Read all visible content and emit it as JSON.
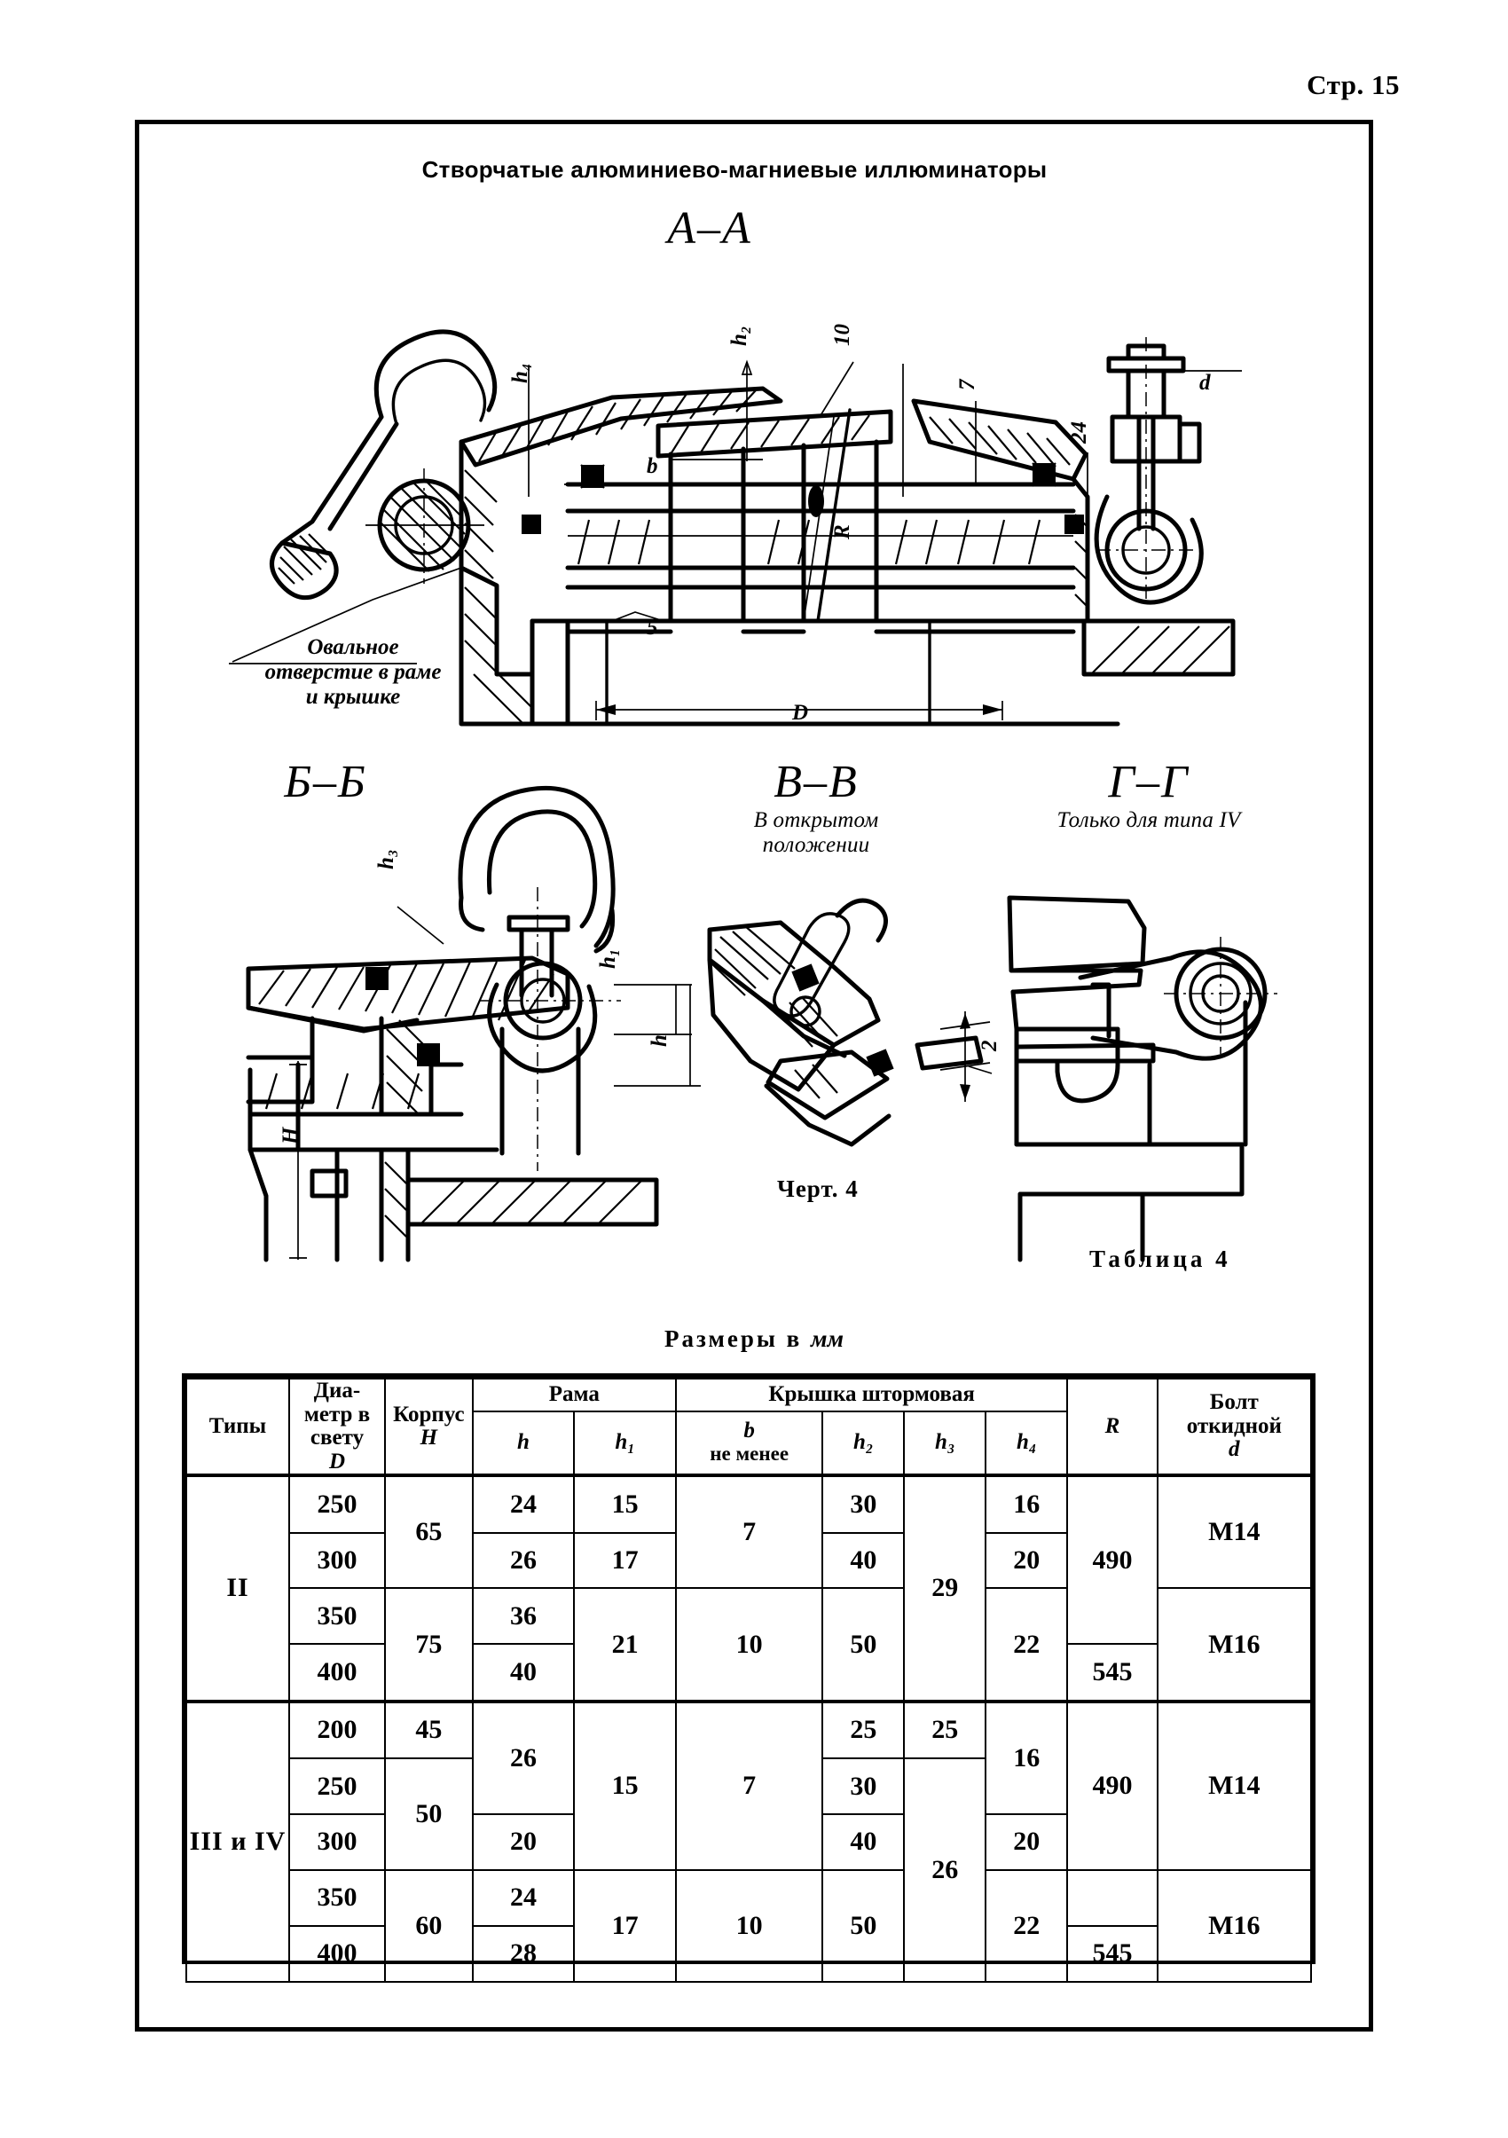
{
  "page": {
    "number_label": "Стр. 15"
  },
  "title": "Створчатые  алюминиево-магниевые  иллюминаторы",
  "sections": {
    "aa": {
      "label": "А–А"
    },
    "bb": {
      "label": "Б–Б"
    },
    "vv": {
      "label": "В–В",
      "note": "В открытом\nположении"
    },
    "gg": {
      "label": "Г–Г",
      "note": "Только для типа IV"
    }
  },
  "annotations": {
    "oval_hole": "Овальное\nотверстие в раме\nи крышке"
  },
  "drawing_labels": {
    "h2": "h₂",
    "h4": "h₄",
    "h3": "h₃",
    "h1": "h₁",
    "h": "h",
    "H": "H",
    "b": "b",
    "d": "d",
    "D": "D",
    "R": "R",
    "n10": "10",
    "n7": "7",
    "n24": "24",
    "n5": "5",
    "n2": "2"
  },
  "captions": {
    "figure": "Черт. 4",
    "table_no": "Таблица 4",
    "units_prefix": "Размеры в",
    "units_italic": "мм"
  },
  "table": {
    "group_headers": {
      "rama": "Рама",
      "kryshka": "Крышка штормовая"
    },
    "columns": [
      {
        "key": "type",
        "label": "Типы"
      },
      {
        "key": "D",
        "label": "Диа-\nметр в\nсвету",
        "sym": "D"
      },
      {
        "key": "H",
        "label": "Корпус",
        "sym": "H"
      },
      {
        "key": "h",
        "sym": "h"
      },
      {
        "key": "h1",
        "sym": "h₁"
      },
      {
        "key": "b",
        "sym": "b",
        "label": "не менее"
      },
      {
        "key": "h2",
        "sym": "h₂"
      },
      {
        "key": "h3",
        "sym": "h₃"
      },
      {
        "key": "h4",
        "sym": "h₄"
      },
      {
        "key": "R",
        "sym": "R"
      },
      {
        "key": "d",
        "label": "Болт\nоткидной",
        "sym": "d"
      }
    ],
    "groups": [
      {
        "type": "II",
        "D": [
          "250",
          "300",
          "350",
          "400"
        ],
        "H": [
          "65",
          "75"
        ],
        "h": [
          "24",
          "26",
          "36",
          "40"
        ],
        "h1": [
          "15",
          "17",
          "21"
        ],
        "b": [
          "7",
          "10"
        ],
        "h2": [
          "30",
          "40",
          "50"
        ],
        "h3": [
          "29"
        ],
        "h4": [
          "16",
          "20",
          "22"
        ],
        "R": [
          "490",
          "545"
        ],
        "d": [
          "М14",
          "М16"
        ]
      },
      {
        "type": "III и IV",
        "D": [
          "200",
          "250",
          "300",
          "350",
          "400"
        ],
        "H": [
          "45",
          "50",
          "60"
        ],
        "h": [
          "26",
          "20",
          "24",
          "28"
        ],
        "h1": [
          "15",
          "17"
        ],
        "b": [
          "7",
          "10"
        ],
        "h2": [
          "25",
          "30",
          "40",
          "50"
        ],
        "h3": [
          "25",
          "26"
        ],
        "h4": [
          "16",
          "20",
          "22"
        ],
        "R": [
          "490",
          "545"
        ],
        "d": [
          "М14",
          "М16"
        ]
      }
    ]
  },
  "chart_data": {
    "type": "table",
    "title": "Таблица 4 — Размеры в мм",
    "columns": [
      "Типы",
      "Диаметр в свету D",
      "Корпус H",
      "Рама h",
      "Рама h1",
      "Крышка штормовая b не менее",
      "h2",
      "h3",
      "h4",
      "R",
      "Болт откидной d"
    ],
    "rows": [
      [
        "II",
        "250",
        "65",
        "24",
        "15",
        "7",
        "30",
        "29",
        "16",
        "490",
        "М14"
      ],
      [
        "II",
        "300",
        "65",
        "26",
        "17",
        "7",
        "40",
        "29",
        "20",
        "490",
        "М14"
      ],
      [
        "II",
        "350",
        "75",
        "36",
        "21",
        "10",
        "50",
        "29",
        "22",
        "545",
        "М16"
      ],
      [
        "II",
        "400",
        "75",
        "40",
        "21",
        "10",
        "50",
        "29",
        "22",
        "545",
        "М16"
      ],
      [
        "III и IV",
        "200",
        "45",
        "26",
        "15",
        "7",
        "25",
        "25",
        "16",
        "490",
        "М14"
      ],
      [
        "III и IV",
        "250",
        "50",
        "26",
        "15",
        "7",
        "30",
        "25",
        "16",
        "490",
        "М14"
      ],
      [
        "III и IV",
        "300",
        "50",
        "20",
        "15",
        "7",
        "40",
        "26",
        "20",
        "490",
        "М14"
      ],
      [
        "III и IV",
        "350",
        "60",
        "24",
        "17",
        "10",
        "50",
        "26",
        "22",
        "545",
        "М16"
      ],
      [
        "III и IV",
        "400",
        "60",
        "28",
        "17",
        "10",
        "50",
        "26",
        "22",
        "545",
        "М16"
      ]
    ]
  }
}
